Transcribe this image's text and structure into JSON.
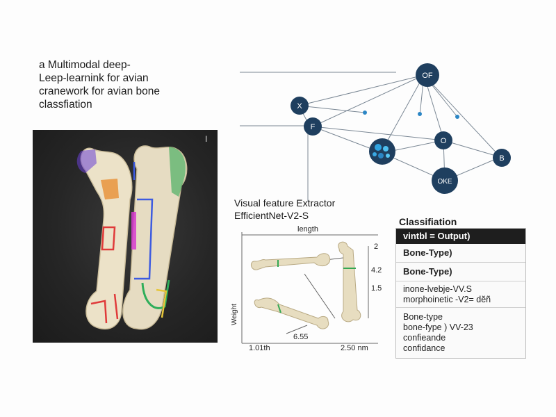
{
  "title": {
    "lines": [
      "a Multimodal deep-",
      "Leep-learnink for avian",
      "cranework for avian bone",
      "classfiation"
    ]
  },
  "photo": {
    "mark": "I"
  },
  "network": {
    "nodes": [
      {
        "label": "OF"
      },
      {
        "label": "X"
      },
      {
        "label": "F"
      },
      {
        "label": "O"
      },
      {
        "label": "B"
      },
      {
        "label": "OKE"
      }
    ],
    "colors": {
      "node": "#1f3f5f",
      "line": "#7a8794",
      "accent": "#2b86c5"
    }
  },
  "features": {
    "title": "Visual feature Extractor",
    "model": "EfficientNet-V2-S"
  },
  "measure": {
    "top_label": "length",
    "right_labels": [
      "2",
      "4.2",
      "1.5"
    ],
    "left_label": "Weight",
    "inner_label": "6.55",
    "bottom_left": "1.01th",
    "bottom_right": "2.50 nm"
  },
  "classification": {
    "title": "Classifiation",
    "header": "vintbl = Output)",
    "rows": [
      {
        "lines": [
          "Bone-Type)"
        ],
        "bold": true
      },
      {
        "lines": [
          "Bone-Type)"
        ],
        "bold": true
      },
      {
        "lines": [
          "inone-lvebje-VV.S",
          "morphoinetic -V2= dĕñ"
        ],
        "bold": false
      },
      {
        "lines": [
          "Bone-type",
          "bone-fype ) VV-23",
          "confieande",
          "confidance"
        ],
        "bold": false
      }
    ]
  }
}
